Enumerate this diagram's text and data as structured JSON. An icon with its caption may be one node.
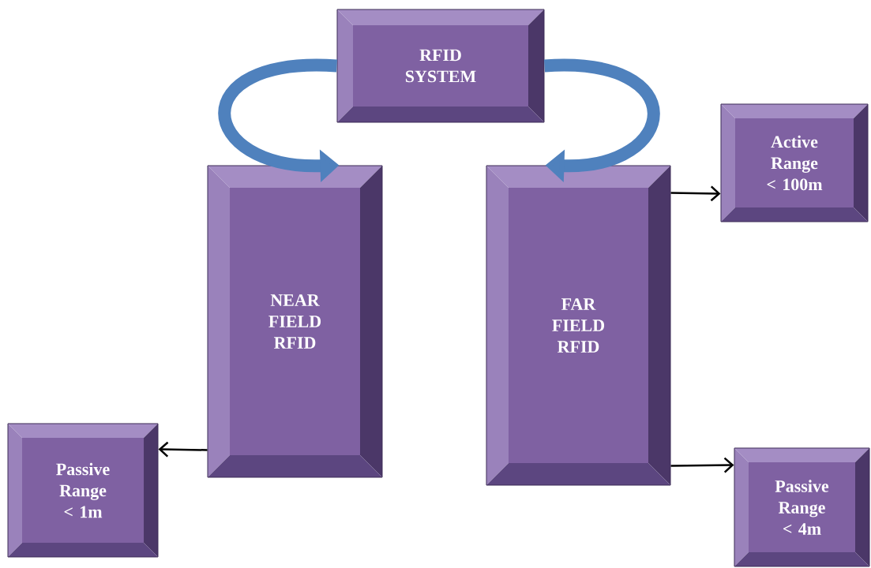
{
  "diagram": {
    "nodes": [
      {
        "text": [
          "RFID SYSTEM"
        ]
      },
      {
        "text": [
          "NEAR FIELD RFID"
        ]
      },
      {
        "text": [
          "FAR FIELD RFID"
        ]
      },
      {
        "text": [
          "Active Range < 100m"
        ]
      },
      {
        "text": [
          "Passive Range < 1m"
        ]
      },
      {
        "text": [
          "Passive Range < 4m"
        ]
      }
    ],
    "edges": [
      {
        "from": 0,
        "to": 1,
        "arrow": "to",
        "style": "thick",
        "color": "#4f81bd"
      },
      {
        "from": 0,
        "to": 2,
        "arrow": "to",
        "style": "thick",
        "color": "#4f81bd"
      },
      {
        "from": 2,
        "to": 3,
        "arrow": "to"
      },
      {
        "from": 2,
        "to": 5,
        "arrow": "to"
      },
      {
        "from": 1,
        "to": 4,
        "arrow": "to"
      }
    ]
  }
}
